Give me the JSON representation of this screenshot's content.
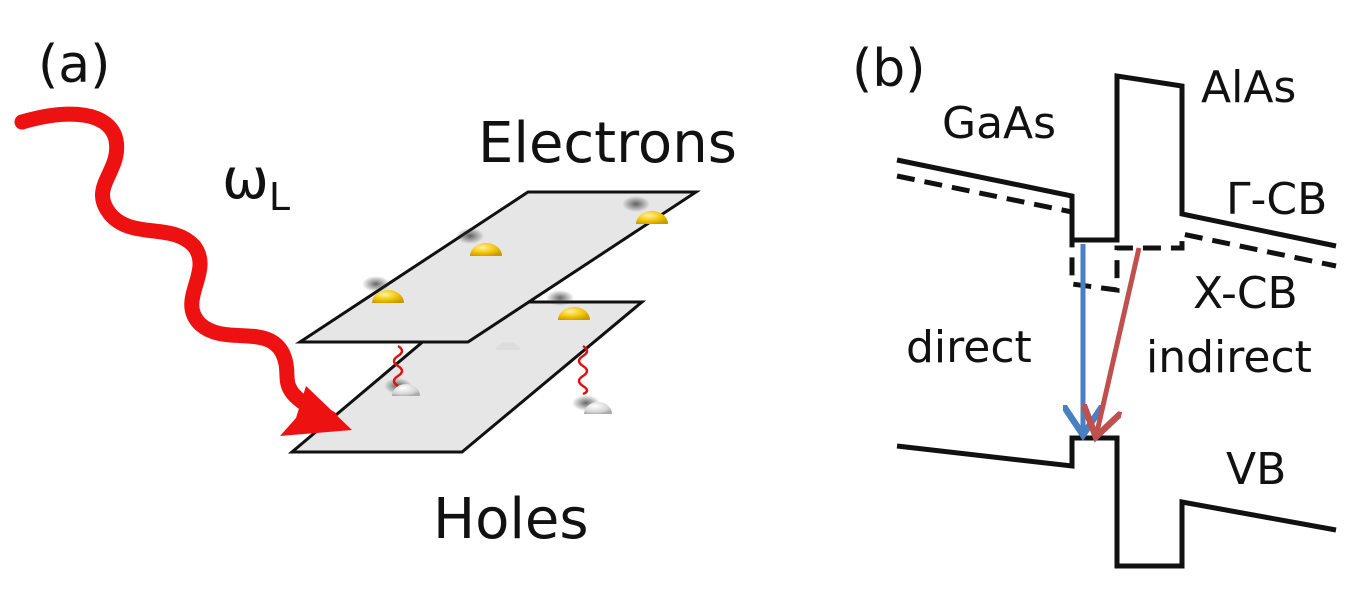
{
  "panel_a": {
    "label": "(a)",
    "omega": "ω",
    "omega_sub": "L",
    "electrons_label": "Electrons",
    "holes_label": "Holes",
    "colors": {
      "laser": "#ee1111",
      "electron": "#f2c200",
      "hole": "#d8d8d8",
      "plane": "#e6e6e6"
    }
  },
  "panel_b": {
    "label": "(b)",
    "gaas_label": "GaAs",
    "alas_label": "AlAs",
    "gamma_cb_label": "Γ-CB",
    "x_cb_label": "X-CB",
    "direct_label": "direct",
    "indirect_label": "indirect",
    "vb_label": "VB",
    "colors": {
      "direct": "#4a7fc1",
      "indirect": "#c0504d",
      "band": "#111111"
    }
  }
}
